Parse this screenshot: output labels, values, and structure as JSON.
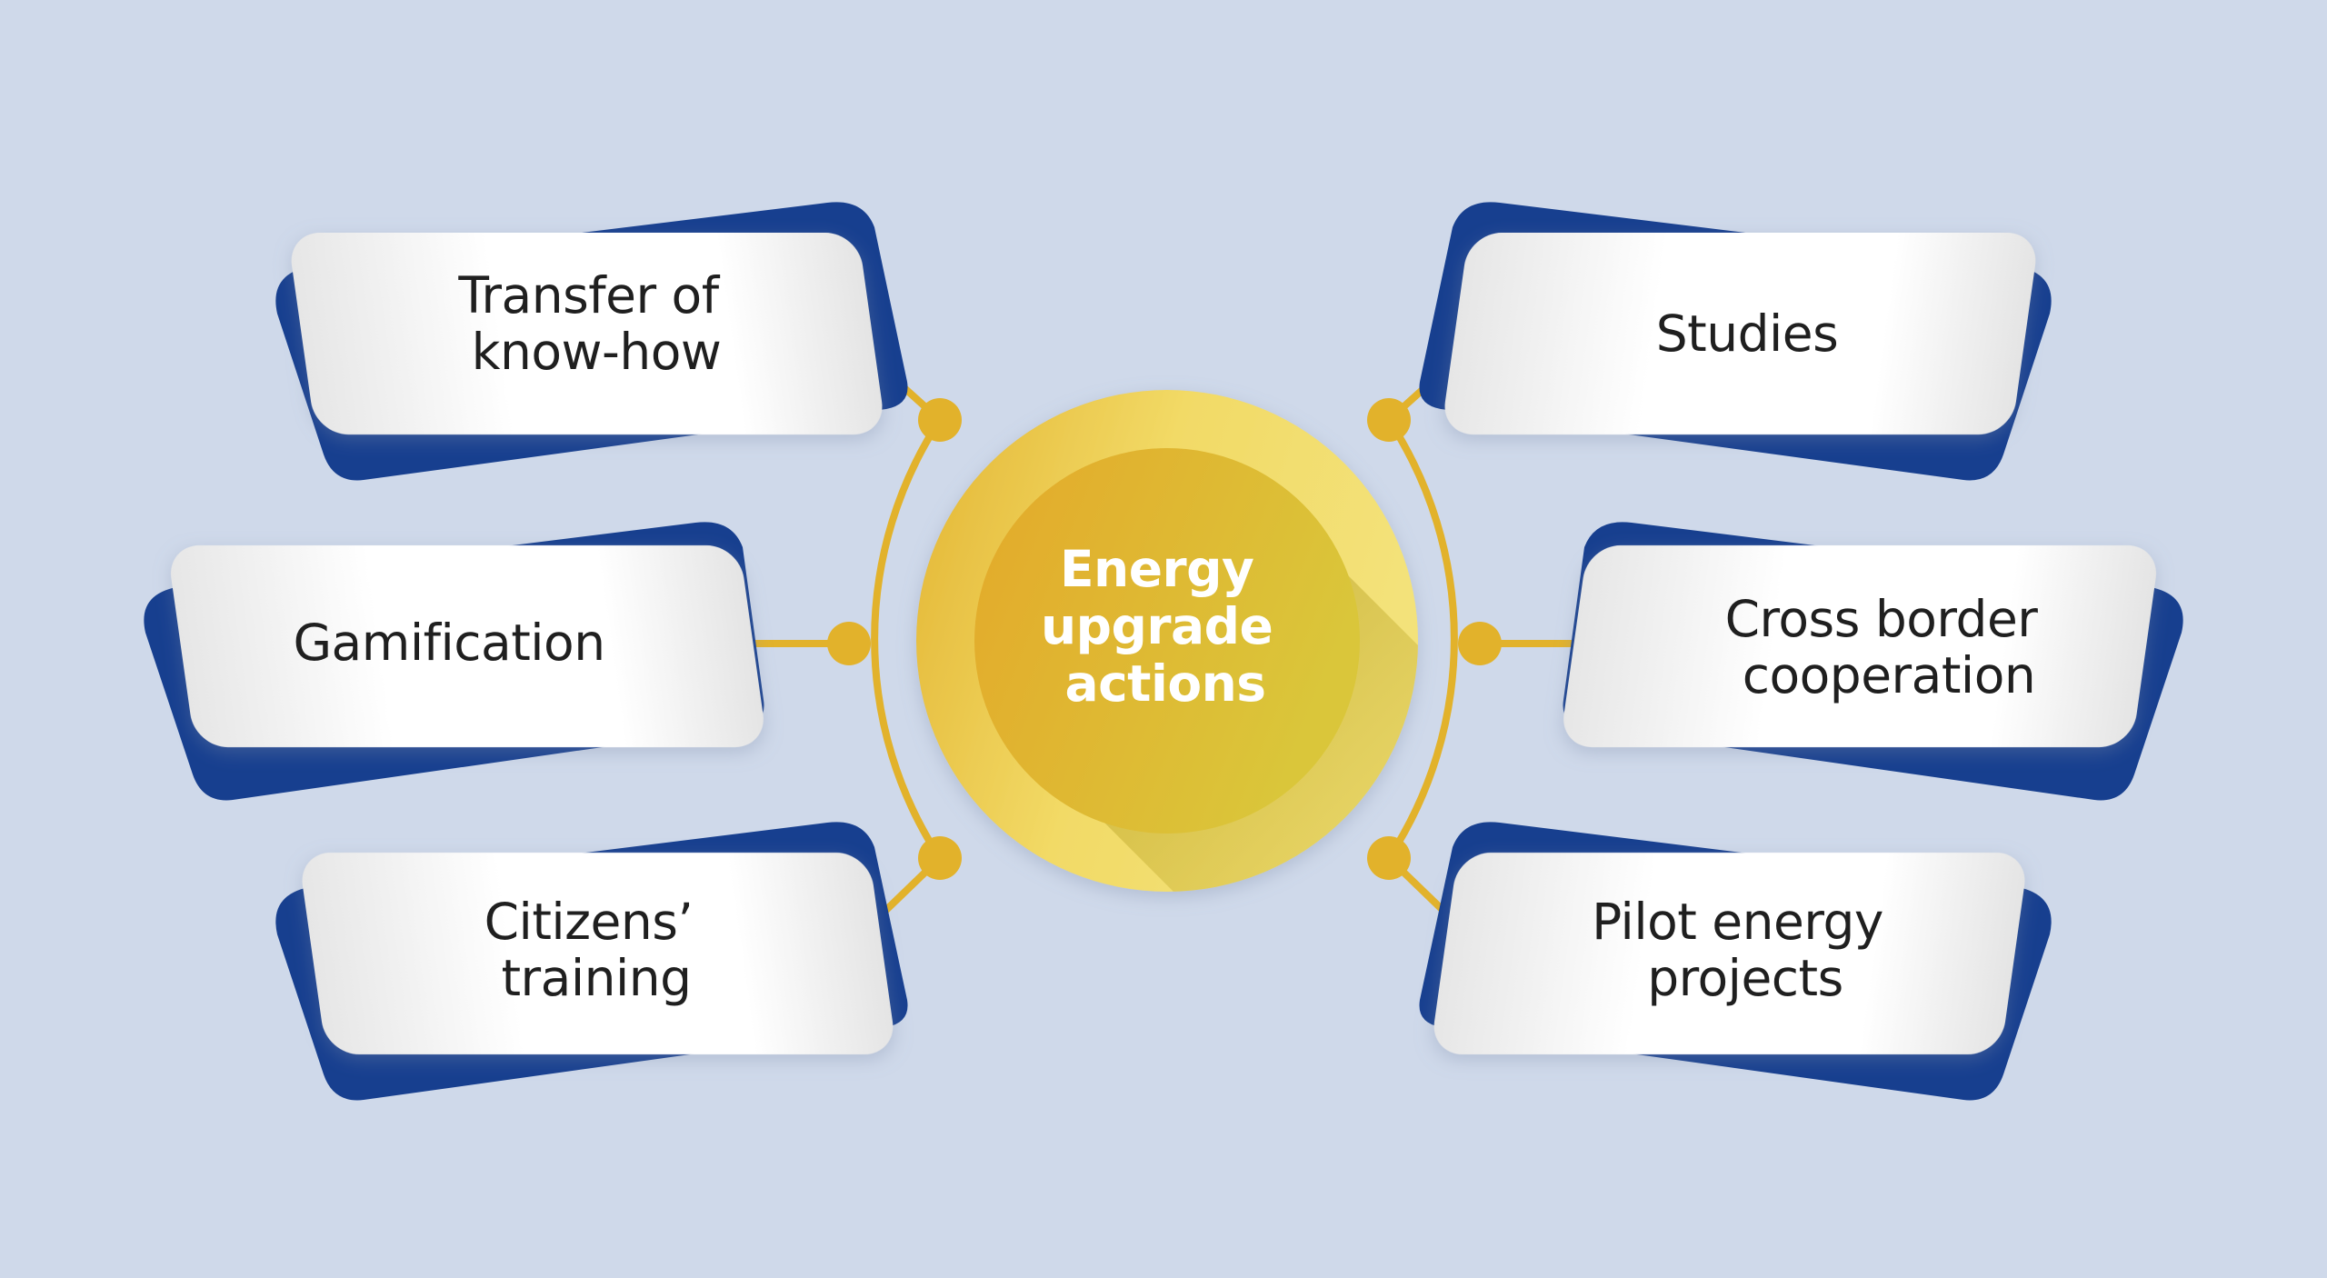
{
  "colors": {
    "background": "#cfd9ea",
    "accent_gold": "#e2b22b",
    "shadow_blue": "#173f8f",
    "card_white": "#ffffff"
  },
  "center": {
    "lines": [
      "Energy",
      "upgrade",
      "actions"
    ]
  },
  "nodes": [
    {
      "id": "transfer",
      "lines": [
        "Transfer of",
        "know-how"
      ]
    },
    {
      "id": "gamification",
      "lines": [
        "Gamification"
      ]
    },
    {
      "id": "citizens",
      "lines": [
        "Citizens’",
        "training"
      ]
    },
    {
      "id": "studies",
      "lines": [
        "Studies"
      ]
    },
    {
      "id": "crossborder",
      "lines": [
        "Cross border",
        "cooperation"
      ]
    },
    {
      "id": "pilot",
      "lines": [
        "Pilot energy",
        "projects"
      ]
    }
  ]
}
